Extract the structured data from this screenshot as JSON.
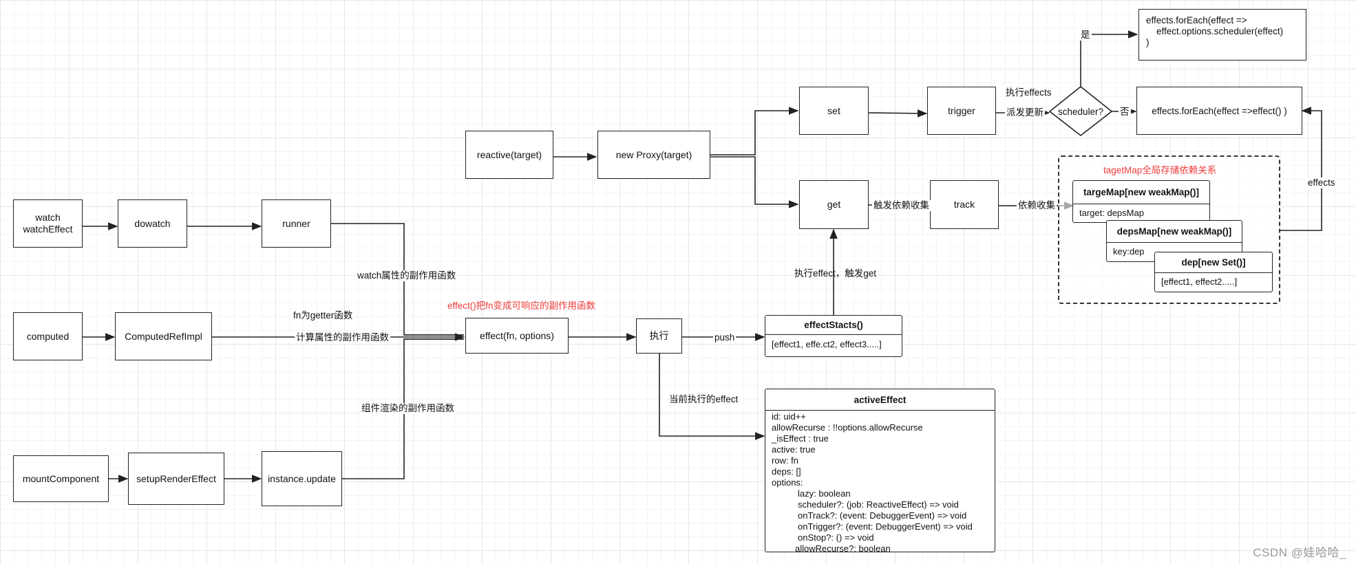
{
  "nodes": {
    "watch": "watch\nwatchEffect",
    "dowatch": "dowatch",
    "runner": "runner",
    "computed": "computed",
    "computed_ref_impl": "ComputedRefImpl",
    "mount_component": "mountComponent",
    "setup_render_effect": "setupRenderEffect",
    "instance_update": "instance.update",
    "reactive": "reactive(target)",
    "new_proxy": "new Proxy(target)",
    "set": "set",
    "trigger": "trigger",
    "get": "get",
    "track": "track",
    "effect": "effect(fn, options)",
    "execute": "执行",
    "scheduler": "scheduler?",
    "foreach_scheduler": [
      "effects.forEach(effect =>",
      "    effect.options.scheduler(effect)",
      ")"
    ],
    "foreach_effect": "effects.forEach(effect =>effect() )"
  },
  "effect_stacks": {
    "title": "effectStacts()",
    "body": "[effect1, effe.ct2, effect3.....]"
  },
  "active_effect": {
    "title": "activeEffect",
    "lines": [
      "id: uid++",
      "allowRecurse : !!options.allowRecurse",
      "_isEffect : true",
      "active: true",
      "row: fn",
      "deps: []",
      "options:",
      "lazy: boolean",
      "scheduler?: (job: ReactiveEffect) => void",
      "onTrack?: (event: DebuggerEvent) => void",
      "onTrigger?: (event: DebuggerEvent) => void",
      "onStop?: () => void",
      "allowRecurse?: boolean"
    ]
  },
  "target_map_group": {
    "title": "tagetMap全局存储依赖关系",
    "target_map": {
      "title": "targeMap[new weakMap()]",
      "body": "target: depsMap"
    },
    "deps_map": {
      "title": "depsMap[new weakMap()]",
      "body": "key:dep"
    },
    "dep": {
      "title": "dep[new Set()]",
      "body": "[effect1, effect2.....]"
    }
  },
  "labels": {
    "watch_side_effect": "watch属性的副作用函数",
    "fn_getter": "fn为getter函数",
    "computed_side_effect": "计算属性的副作用函数",
    "component_render_side_effect": "组件渲染的副作用函数",
    "effect_reactive_note": "effect()把fn变成可响应的副作用函数",
    "push": "push",
    "current_effect": "当前执行的effect",
    "exec_effect_trigger_get": "执行effect，触发get",
    "trigger_dep_collect": "触发依赖收集",
    "dep_collect": "依赖收集",
    "exec_effects": "执行effects",
    "dispatch_update": "派发更新",
    "yes": "是",
    "no": "否",
    "effects": "effects"
  },
  "watermark": "CSDN @娃哈哈_",
  "colors": {
    "stroke": "#222222",
    "note_red": "#f03a3a",
    "grid": "#e6e6e6"
  }
}
